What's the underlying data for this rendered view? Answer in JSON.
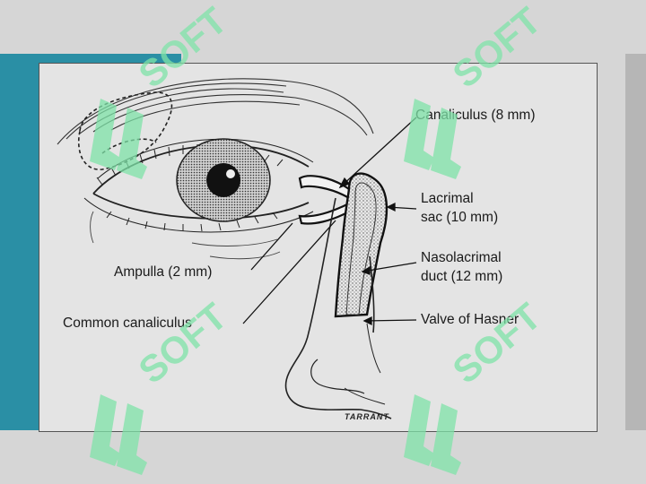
{
  "diagram": {
    "labels": {
      "canaliculus": "Canaliculus (8 mm)",
      "lacrimal_sac_line1": "Lacrimal",
      "lacrimal_sac_line2": "sac (10 mm)",
      "nasolacrimal_line1": "Nasolacrimal",
      "nasolacrimal_line2": "duct (12 mm)",
      "valve": "Valve of Hasner",
      "ampulla": "Ampulla (2 mm)",
      "common_canaliculus": "Common canaliculus"
    },
    "signature": "TARRANT"
  },
  "watermark": {
    "text": "SOFT",
    "color": "#7fe3a8"
  },
  "colors": {
    "teal_bar": "#2a8fa5",
    "background": "#d6d6d6",
    "figure": "#e4e4e4"
  }
}
